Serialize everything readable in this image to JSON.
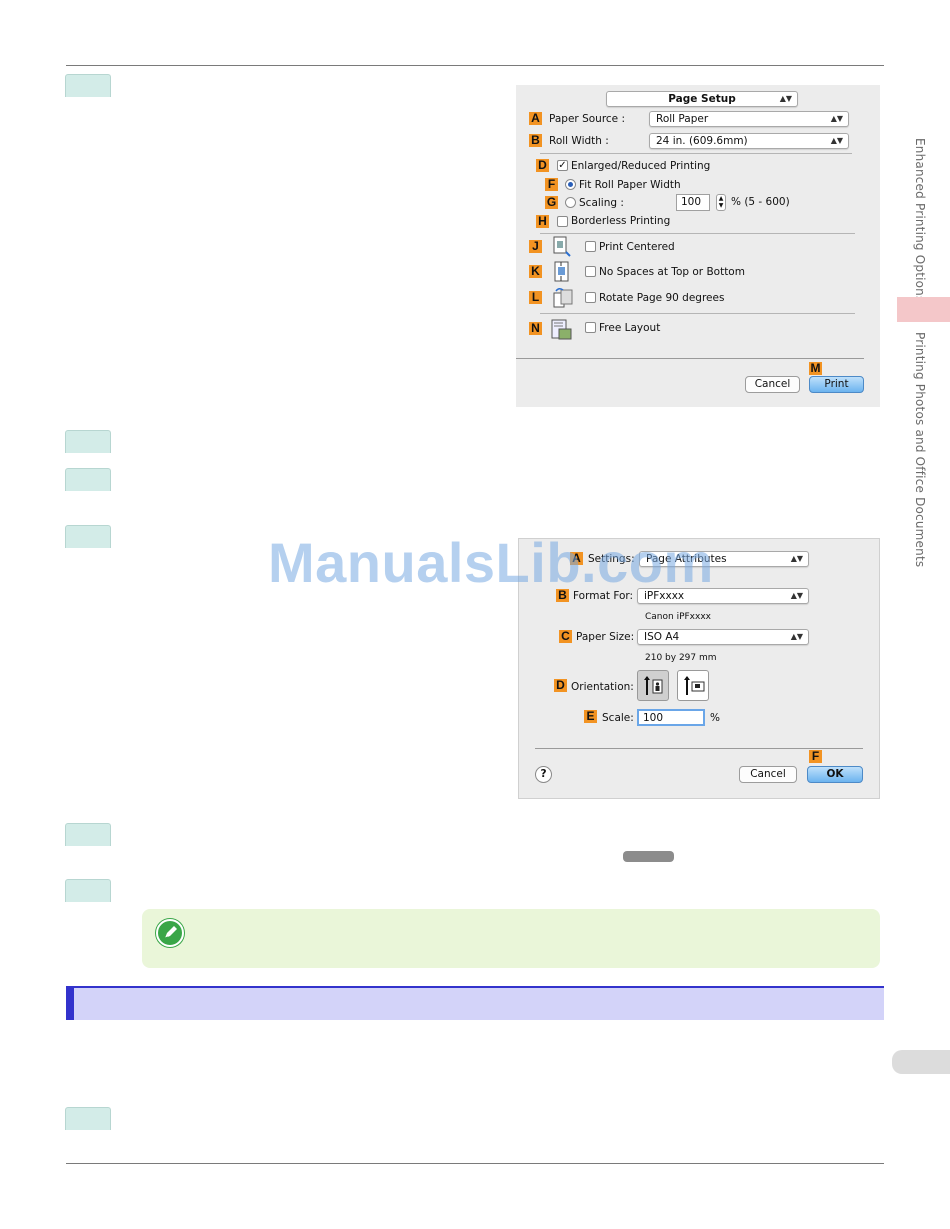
{
  "side_tabs": {
    "section1": "Enhanced Printing Options",
    "section2": "Printing Photos and Office Documents"
  },
  "dialog1": {
    "preset": "Page Setup",
    "paper_source_label": "Paper Source :",
    "paper_source_value": "Roll Paper",
    "roll_width_label": "Roll Width :",
    "roll_width_value": "24 in. (609.6mm)",
    "enlarged_label": "Enlarged/Reduced Printing",
    "fit_roll_label": "Fit Roll Paper Width",
    "scaling_label": "Scaling :",
    "scaling_value": "100",
    "scaling_range": "% (5 - 600)",
    "borderless_label": "Borderless Printing",
    "print_centered_label": "Print Centered",
    "no_spaces_label": "No Spaces at Top or Bottom",
    "rotate_label": "Rotate Page 90 degrees",
    "free_layout_label": "Free Layout",
    "cancel_label": "Cancel",
    "print_label": "Print",
    "badges": {
      "a": "A",
      "b": "B",
      "d": "D",
      "f": "F",
      "g": "G",
      "h": "H",
      "j": "J",
      "k": "K",
      "l": "L",
      "n": "N",
      "m": "M"
    },
    "icons": [
      "print-centered-icon",
      "no-spaces-icon",
      "rotate-page-icon",
      "free-layout-icon"
    ]
  },
  "dialog2": {
    "settings_label": "Settings:",
    "settings_value": "Page Attributes",
    "format_label": "Format For:",
    "format_value": "iPFxxxx",
    "format_sub": "Canon iPFxxxx",
    "paper_size_label": "Paper Size:",
    "paper_size_value": "ISO A4",
    "paper_size_sub": "210 by 297 mm",
    "orientation_label": "Orientation:",
    "scale_label": "Scale:",
    "scale_value": "100",
    "scale_unit": "%",
    "help_label": "?",
    "cancel_label": "Cancel",
    "ok_label": "OK",
    "badges": {
      "a": "A",
      "b": "B",
      "c": "C",
      "d": "D",
      "e": "E",
      "f": "F"
    },
    "icons": [
      "portrait-orientation-icon",
      "landscape-orientation-icon",
      "help-icon"
    ]
  },
  "watermark": "ManualsLib.com",
  "colors": {
    "badge": "#f29322",
    "step_tab": "#d3ece8",
    "section_bar": "#3232cc",
    "note_bg": "#eaf6d9"
  }
}
